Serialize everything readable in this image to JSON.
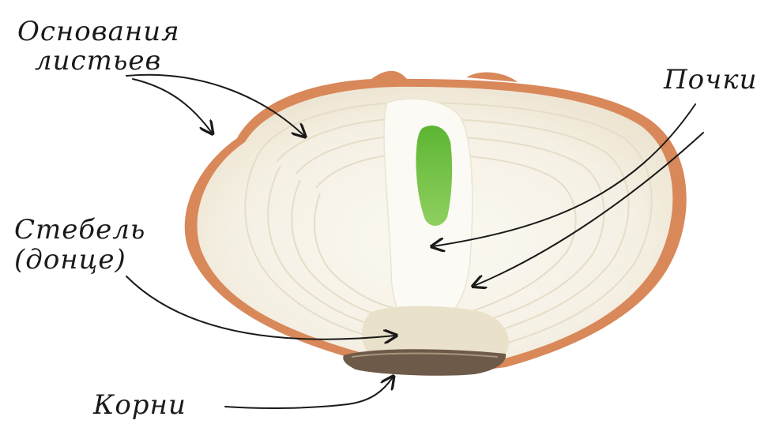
{
  "labels": {
    "leaf_bases": {
      "line1": "Основания",
      "line2": "листьев"
    },
    "buds": "Почки",
    "stem": {
      "line1": "Стебель",
      "line2": "(донце)"
    },
    "roots": "Корни"
  },
  "colors": {
    "background": "#ffffff",
    "outer_skin": "#d9885a",
    "flesh": "#f7f3ea",
    "layer_line": "#e6ddc8",
    "bud": "#6cbf3c",
    "basal_plate": "#e9e1c9",
    "root_zone": "#6e5a48",
    "arrow": "#1a1a1a"
  }
}
